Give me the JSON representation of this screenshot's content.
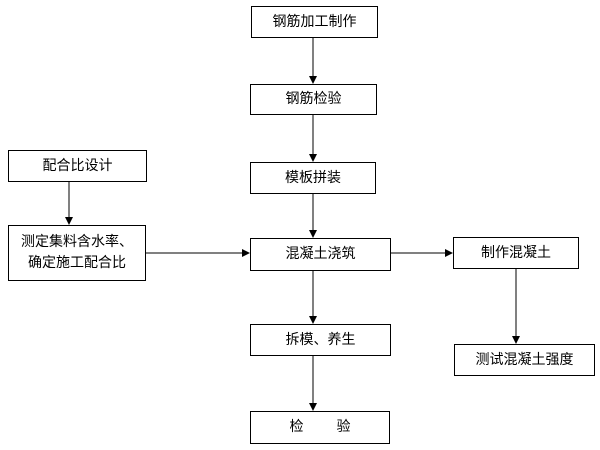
{
  "nodes": {
    "rebar_fabrication": "钢筋加工制作",
    "rebar_inspection": "钢筋检验",
    "formwork_assembly": "模板拼装",
    "concrete_pouring": "混凝土浇筑",
    "stripping_curing": "拆模、养生",
    "inspection": "检  验",
    "mix_design": "配合比设计",
    "moisture_mix": "测定集料含水率、\n确定施工配合比",
    "make_specimens": "制作混凝土",
    "strength_test": "测试混凝土强度"
  }
}
